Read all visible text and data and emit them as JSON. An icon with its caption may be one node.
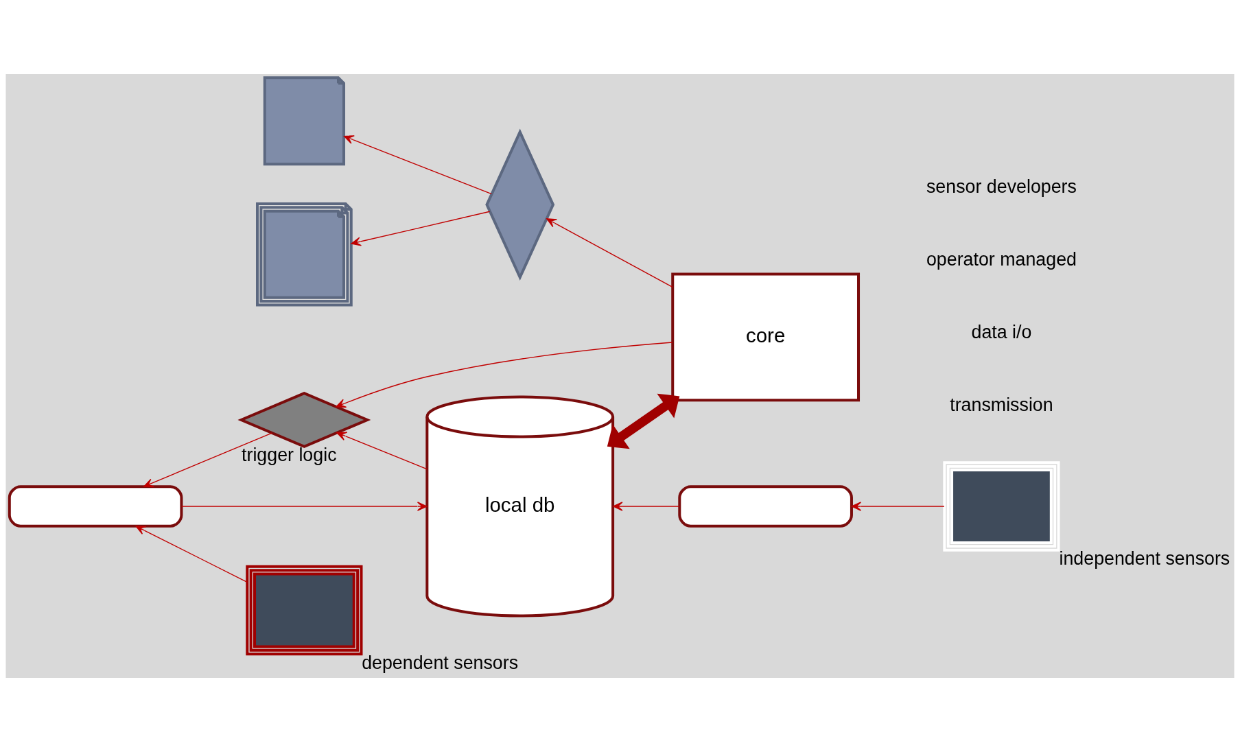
{
  "diagram": {
    "nodes": [
      {
        "text": [],
        "shape": "document"
      },
      {
        "text": [],
        "shape": "diamond"
      },
      {
        "text": [
          "core"
        ]
      },
      {
        "text": [],
        "shape": "document"
      },
      {
        "text": [
          "local db"
        ]
      },
      {
        "text": [],
        "shape": "box",
        "beside": [
          "independent sensors"
        ]
      },
      {
        "text": [],
        "shape": "box",
        "beside": [
          "dependent sensors"
        ]
      },
      {
        "text": [],
        "shape": "diamond",
        "beside": [
          "trigger logic"
        ]
      },
      {
        "text": [],
        "shape": "box"
      },
      {
        "text": [],
        "shape": "box"
      }
    ],
    "edges": [
      {
        "from": 1,
        "to": 0,
        "arrow": "to"
      },
      {
        "from": 2,
        "to": 1,
        "arrow": "to"
      },
      {
        "from": 1,
        "to": 3,
        "arrow": "to"
      },
      {
        "from": 2,
        "to": 4,
        "arrow": "both",
        "style": "thick",
        "color": "#a00000"
      },
      {
        "from": 2,
        "to": 7,
        "arrow": "to"
      },
      {
        "from": 4,
        "to": 7,
        "arrow": "to"
      },
      {
        "from": 7,
        "to": 8,
        "arrow": "to"
      },
      {
        "from": 8,
        "to": 4,
        "arrow": "to"
      },
      {
        "from": 9,
        "to": 4,
        "arrow": "to"
      },
      {
        "from": 6,
        "to": 8,
        "arrow": "to"
      },
      {
        "from": 5,
        "to": 9,
        "arrow": "to"
      }
    ],
    "labels": [
      "transmission",
      "data i/o",
      "operator managed",
      "sensor developers"
    ]
  }
}
